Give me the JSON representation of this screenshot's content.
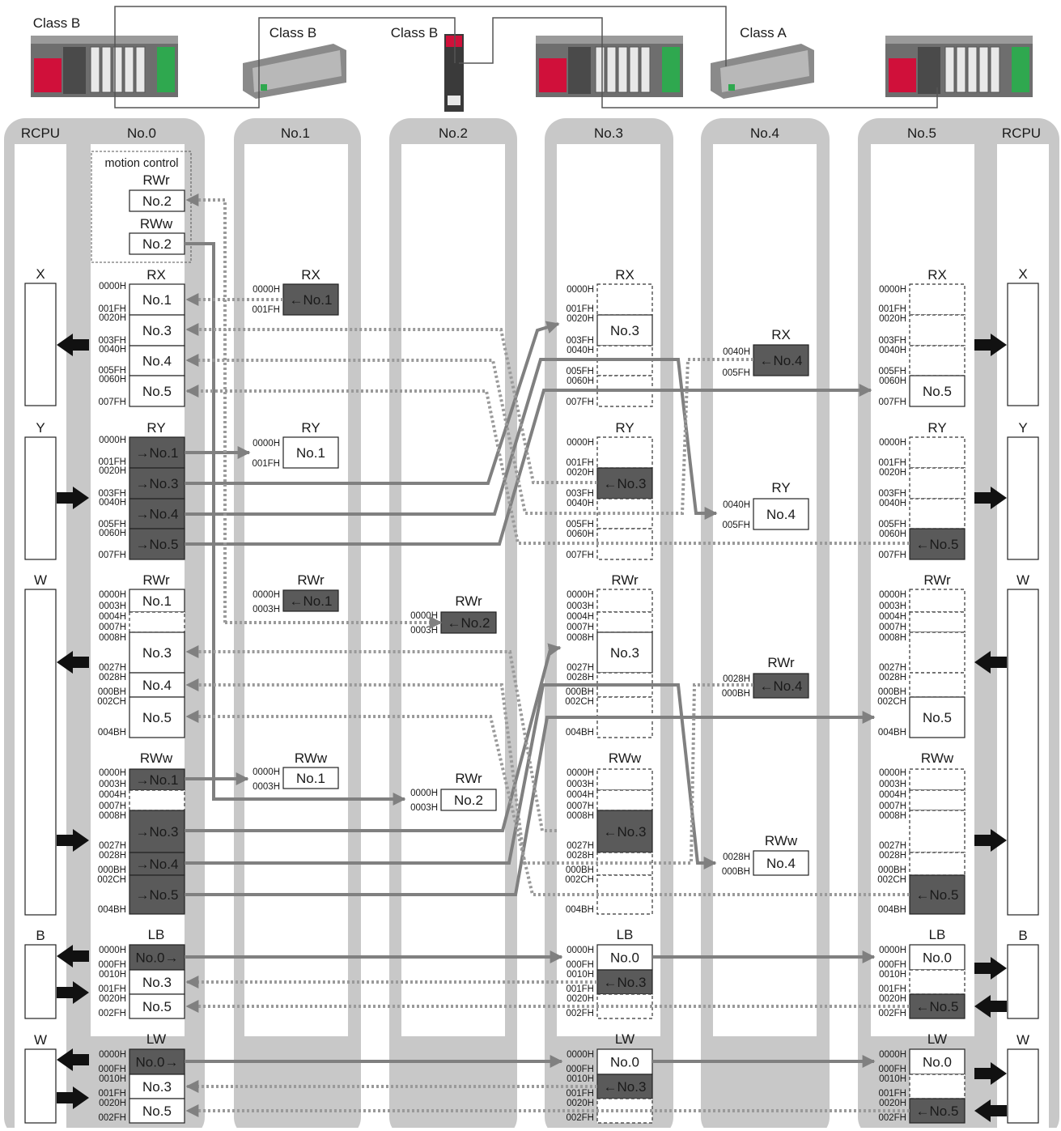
{
  "devices": {
    "labels": [
      "Class B",
      "Class B",
      "Class B",
      "Class A"
    ]
  },
  "stations": {
    "rcpu_label": "RCPU",
    "names": [
      "No.0",
      "No.1",
      "No.2",
      "No.3",
      "No.4",
      "No.5"
    ]
  },
  "motion": {
    "title": "motion control",
    "rwr_label": "RWr",
    "rww_label": "RWw",
    "rwr_value": "No.2",
    "rww_value": "No.2"
  },
  "sections": {
    "rx": "RX",
    "ry": "RY",
    "rwr": "RWr",
    "rww": "RWw",
    "lb": "LB",
    "lw": "LW",
    "cpu_x": "X",
    "cpu_y": "Y",
    "cpu_w": "W",
    "cpu_b": "B"
  },
  "values": {
    "no0": "No.0",
    "no1": "No.1",
    "no2": "No.2",
    "no3": "No.3",
    "no4": "No.4",
    "no5": "No.5",
    "in_no1": "←No.1",
    "in_no2": "←No.2",
    "in_no3": "←No.3",
    "in_no4": "←No.4",
    "in_no5": "←No.5",
    "out_no0": "No.0→",
    "out_no1": "→No.1",
    "out_no3": "→No.3",
    "out_no4": "→No.4",
    "out_no5": "→No.5"
  },
  "addresses": {
    "h0000": "0000H",
    "h0003": "0003H",
    "h0004": "0004H",
    "h0007": "0007H",
    "h0008": "0008H",
    "h000B": "000BH",
    "h000F": "000FH",
    "h0010": "0010H",
    "h001F": "001FH",
    "h0020": "0020H",
    "h0027": "0027H",
    "h0028": "0028H",
    "h002C": "002CH",
    "h002F": "002FH",
    "h003F": "003FH",
    "h0040": "0040H",
    "h004B": "004BH",
    "h005F": "005FH",
    "h0060": "0060H",
    "h007F": "007FH"
  }
}
